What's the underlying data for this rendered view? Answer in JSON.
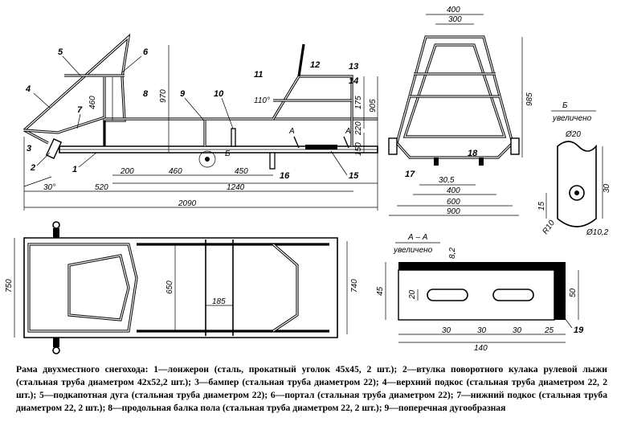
{
  "caption": "Рама двухместного снегохода: 1—лонжерон (сталь, прокатный уголок 45х45, 2 шт.); 2—втулка поворотного кулака рулевой лыжи (стальная труба диаметром 42х52,2 шт.); 3—бампер (стальная труба диаметром 22); 4—верхний подкос (стальная труба диаметром 22, 2 шт.); 5—подкапотная дуга (стальная труба диаметром 22); 6—портал (стальная труба диаметром 22); 7—нижний подкос (стальная труба диаметром 22, 2 шт.); 8—продольная балка пола (стальная труба диаметром 22, 2 шт.); 9—поперечная дугообразная",
  "parts": {
    "p1": "1",
    "p2": "2",
    "p3": "3",
    "p4": "4",
    "p5": "5",
    "p6": "6",
    "p7": "7",
    "p8": "8",
    "p9": "9",
    "p10": "10",
    "p11": "11",
    "p12": "12",
    "p13": "13",
    "p14": "14",
    "p15": "15",
    "p16": "16",
    "p17": "17",
    "p18": "18",
    "p19": "19"
  },
  "side_view": {
    "d460_left": "460",
    "d970": "970",
    "d905": "905",
    "d175": "175",
    "d220": "220",
    "d150": "150",
    "d200": "200",
    "d460_bottom": "460",
    "d450": "450",
    "d520": "520",
    "d1240": "1240",
    "d2090": "2090",
    "angle30": "30°",
    "angle110": "110°",
    "section_a": "А",
    "point_b": "Б"
  },
  "front_view": {
    "d400_top": "400",
    "d300": "300",
    "d985": "985",
    "d30_5": "30,5",
    "d400_bottom": "400",
    "d600": "600",
    "d900": "900"
  },
  "detail_b": {
    "title": "Б",
    "subtitle": "увеличено",
    "d20": "Ø20",
    "d30": "30",
    "d15": "15",
    "r10": "R10",
    "d10_2": "Ø10,2"
  },
  "plan_view": {
    "d750": "750",
    "d650": "650",
    "d185": "185",
    "d740": "740"
  },
  "section_aa": {
    "title": "А – А",
    "subtitle": "увеличено",
    "d8_2": "8,2",
    "d45": "45",
    "d50": "50",
    "d20": "20",
    "d30_a": "30",
    "d30_b": "30",
    "d30_c": "30",
    "d25": "25",
    "d140": "140"
  }
}
